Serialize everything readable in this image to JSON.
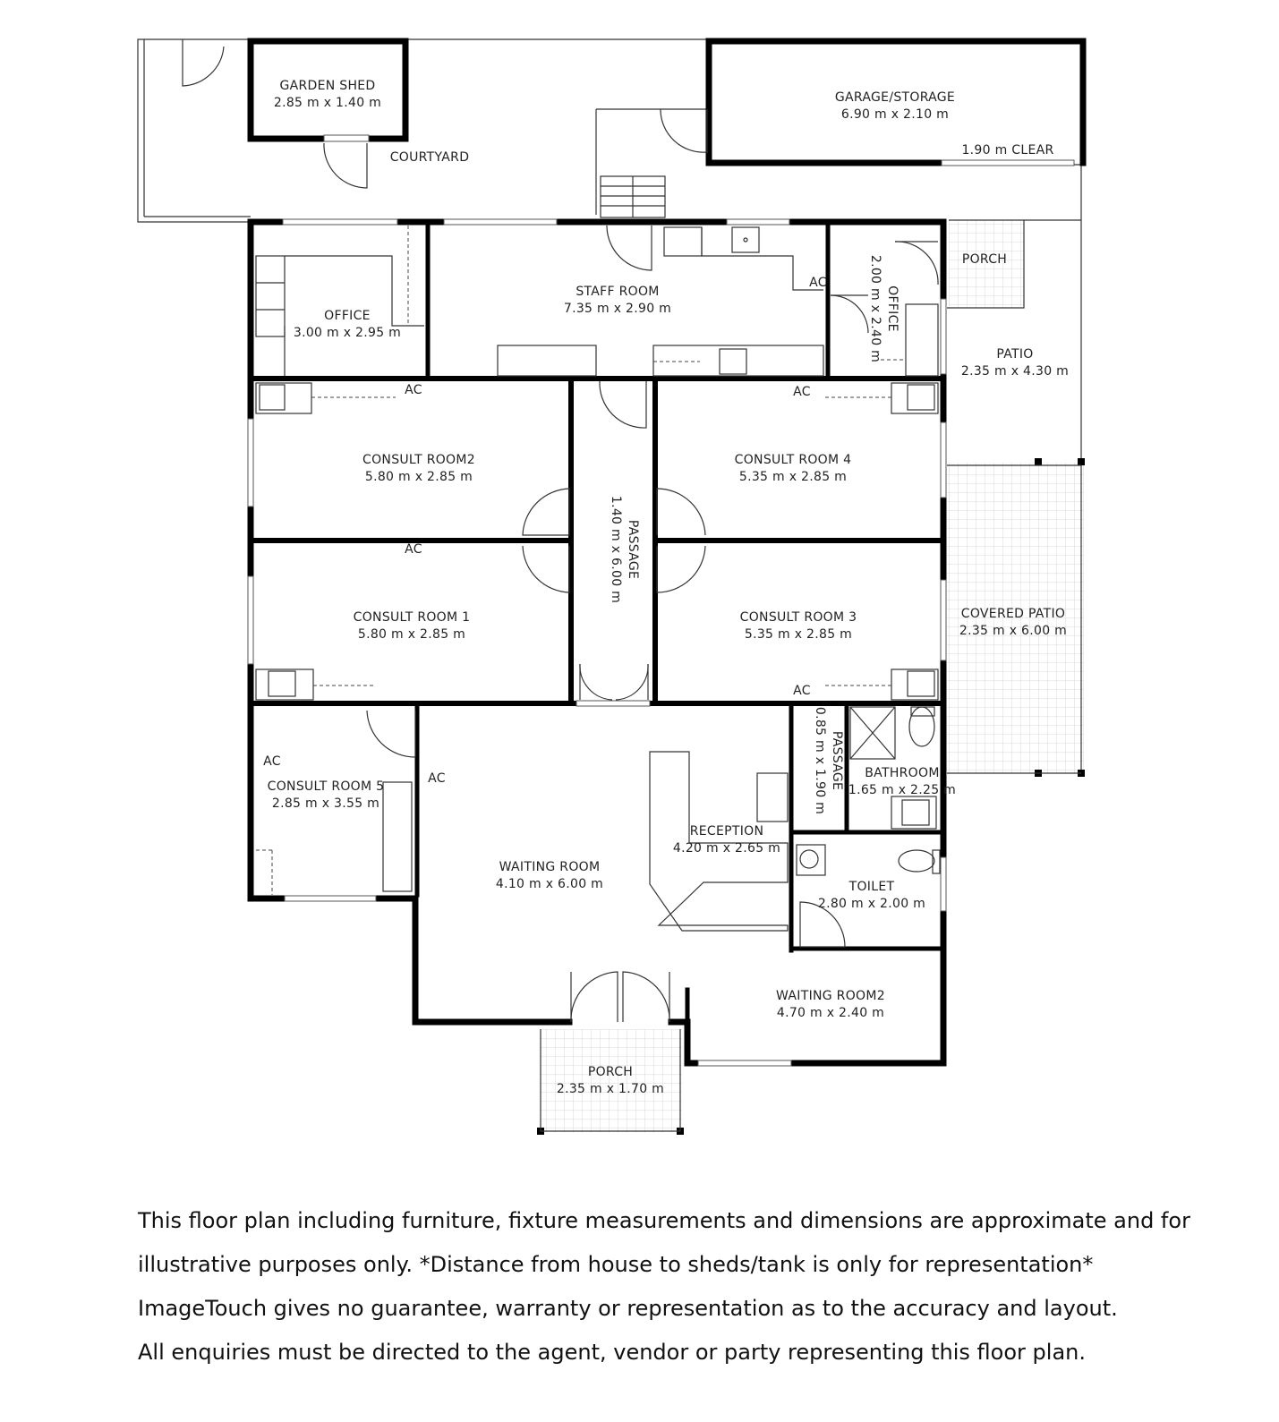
{
  "rooms": {
    "garden_shed": {
      "name": "GARDEN SHED",
      "dims": "2.85 m x 1.40 m"
    },
    "courtyard": {
      "name": "COURTYARD"
    },
    "garage": {
      "name": "GARAGE/STORAGE",
      "dims": "6.90 m x 2.10 m",
      "clear": "1.90 m CLEAR"
    },
    "office1": {
      "name": "OFFICE",
      "dims": "3.00 m x 2.95 m"
    },
    "staff_room": {
      "name": "STAFF ROOM",
      "dims": "7.35 m x 2.90 m"
    },
    "office2": {
      "name": "OFFICE",
      "dims": "2.00 m x 2.40 m"
    },
    "porch_top": {
      "name": "PORCH"
    },
    "patio": {
      "name": "PATIO",
      "dims": "2.35 m x 4.30 m"
    },
    "consult2": {
      "name": "CONSULT ROOM2",
      "dims": "5.80 m x 2.85 m"
    },
    "consult4": {
      "name": "CONSULT ROOM 4",
      "dims": "5.35 m x 2.85 m"
    },
    "passage1": {
      "name": "PASSAGE",
      "dims": "1.40 m x 6.00 m"
    },
    "consult1": {
      "name": "CONSULT ROOM 1",
      "dims": "5.80 m x 2.85 m"
    },
    "consult3": {
      "name": "CONSULT ROOM 3",
      "dims": "5.35 m x 2.85 m"
    },
    "covered_patio": {
      "name": "COVERED PATIO",
      "dims": "2.35 m x 6.00 m"
    },
    "consult5": {
      "name": "CONSULT ROOM 5",
      "dims": "2.85 m x 3.55 m"
    },
    "waiting_room": {
      "name": "WAITING ROOM",
      "dims": "4.10 m x 6.00 m"
    },
    "reception": {
      "name": "RECEPTION",
      "dims": "4.20 m x 2.65 m"
    },
    "passage2": {
      "name": "PASSAGE",
      "dims": "0.85 m x 1.90 m"
    },
    "bathroom": {
      "name": "BATHROOM",
      "dims": "1.65 m x 2.25 m"
    },
    "toilet": {
      "name": "TOILET",
      "dims": "2.80 m x 2.00 m"
    },
    "waiting_room2": {
      "name": "WAITING ROOM2",
      "dims": "4.70 m x 2.40 m"
    },
    "porch_bottom": {
      "name": "PORCH",
      "dims": "2.35 m x 1.70 m"
    }
  },
  "ac_label": "AC",
  "disclaimer": [
    "This floor plan including furniture, fixture measurements and dimensions are approximate and for",
    "illustrative purposes only. *Distance from house to sheds/tank is only for representation*",
    "ImageTouch gives no guarantee, warranty or representation as to the accuracy and layout.",
    "All enquiries must be directed to the agent, vendor or party representing this floor plan."
  ]
}
